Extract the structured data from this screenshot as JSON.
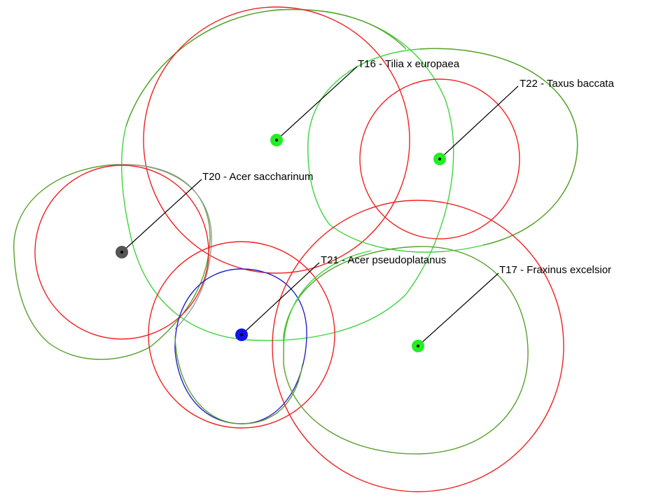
{
  "colors": {
    "canopy_green": "#3dd43d",
    "canopy_olive": "#5aa02c",
    "rpa_red": "#ee2222",
    "canopy_blue": "#2222cc",
    "canopy_grey": "#9a9a9a",
    "marker_green": "#22ee22",
    "marker_blue": "#1111ee",
    "marker_grey": "#555555",
    "leader": "#000000",
    "label_text": "#000000"
  },
  "trees": [
    {
      "id": "T16",
      "label": "T16 - Tilia x europaea",
      "marker_color": "marker_green"
    },
    {
      "id": "T22",
      "label": "T22 - Taxus baccata",
      "marker_color": "marker_green"
    },
    {
      "id": "T20",
      "label": "T20 - Acer saccharinum",
      "marker_color": "marker_grey"
    },
    {
      "id": "T21",
      "label": "T21 - Acer pseudoplatanus",
      "marker_color": "marker_blue"
    },
    {
      "id": "T17",
      "label": "T17 - Fraxinus excelsior",
      "marker_color": "marker_green"
    }
  ]
}
